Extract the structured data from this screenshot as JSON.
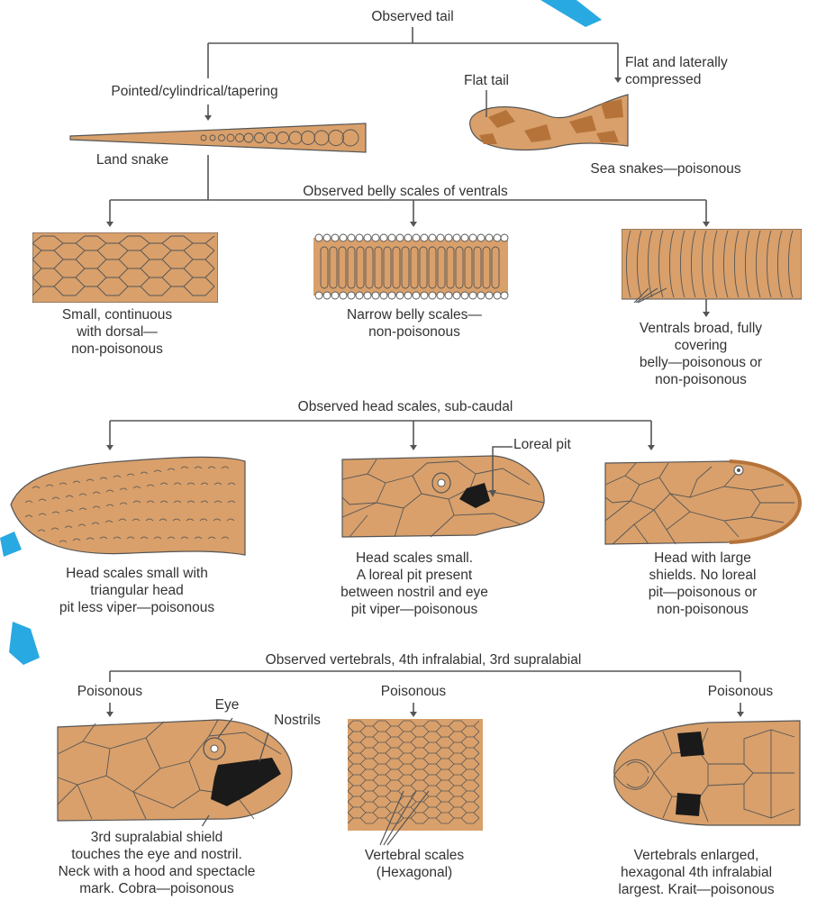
{
  "colors": {
    "scale_fill": "#d9a06b",
    "scale_dark": "#b5733a",
    "line": "#555555",
    "watermark": "#29a9e1",
    "black_shield": "#1a1a1a"
  },
  "level1": {
    "title": "Observed tail",
    "left_branch": "Pointed/cylindrical/tapering",
    "left_result": "Land snake",
    "mid_branch": "Flat tail",
    "right_branch": [
      "Flat and laterally",
      "compressed"
    ],
    "right_result": "Sea snakes—poisonous"
  },
  "level2": {
    "title": "Observed belly scales of ventrals",
    "left": [
      "Small, continuous",
      "with dorsal—",
      "non-poisonous"
    ],
    "mid": [
      "Narrow belly scales—",
      "non-poisonous"
    ],
    "right": [
      "Ventrals broad, fully",
      "covering",
      "belly—poisonous or",
      "non-poisonous"
    ]
  },
  "level3": {
    "title": "Observed head scales, sub-caudal",
    "loreal_label": "Loreal pit",
    "left": [
      "Head scales small with",
      "triangular head",
      "pit less viper—poisonous"
    ],
    "mid": [
      "Head scales small.",
      "A loreal pit present",
      "between nostril and eye",
      "pit viper—poisonous"
    ],
    "right": [
      "Head with large",
      "shields. No loreal",
      "pit—poisonous or",
      "non-poisonous"
    ]
  },
  "level4": {
    "title": "Observed vertebrals, 4th infralabial, 3rd supralabial",
    "left_top": "Poisonous",
    "mid_top": "Poisonous",
    "right_top": "Poisonous",
    "eye_label": "Eye",
    "nostril_label": "Nostrils",
    "left": [
      "3rd supralabial shield",
      "touches the eye and nostril.",
      "Neck with a hood and spectacle",
      "mark. Cobra—poisonous"
    ],
    "mid": [
      "Vertebral scales",
      "(Hexagonal)"
    ],
    "right": [
      "Vertebrals enlarged,",
      "hexagonal 4th infralabial",
      "largest. Krait—poisonous"
    ]
  }
}
